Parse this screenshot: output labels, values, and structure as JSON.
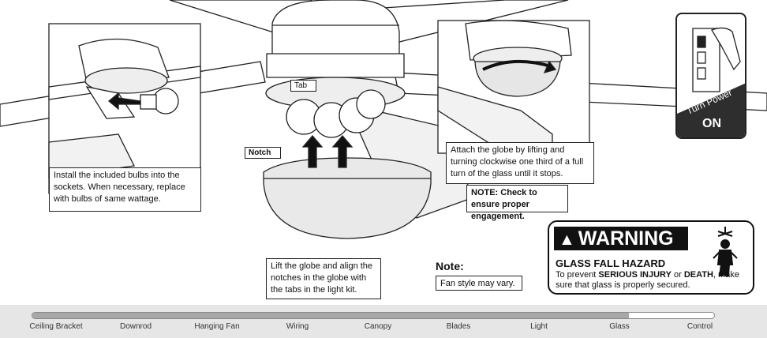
{
  "panel_left": {
    "instruction": "Install the included bulbs into the sockets. When necessary, replace with bulbs of same wattage."
  },
  "center": {
    "tab_label": "Tab",
    "notch_label": "Notch",
    "instruction": "Lift the globe and align the notches in the globe with the tabs in the light kit."
  },
  "panel_right": {
    "instruction": "Attach the globe by lifting and turning clockwise one third of a full turn of the glass until it stops.",
    "note": "NOTE: Check to ensure proper engagement."
  },
  "note_section": {
    "title": "Note:",
    "text": "Fan style may vary."
  },
  "turn_power": {
    "label": "Turn Power",
    "state": "ON"
  },
  "warning": {
    "banner": "WARNING",
    "title": "GLASS FALL HAZARD",
    "text_pre": "To prevent ",
    "text_bold1": "SERIOUS INJURY",
    "text_mid": " or ",
    "text_bold2": "DEATH",
    "text_post": ", make sure that glass is properly secured."
  },
  "progress": {
    "steps": [
      "Ceiling Bracket",
      "Downrod",
      "Hanging Fan",
      "Wiring",
      "Canopy",
      "Blades",
      "Light",
      "Glass",
      "Control"
    ],
    "current_step": "Glass",
    "fraction_complete": 0.875
  }
}
